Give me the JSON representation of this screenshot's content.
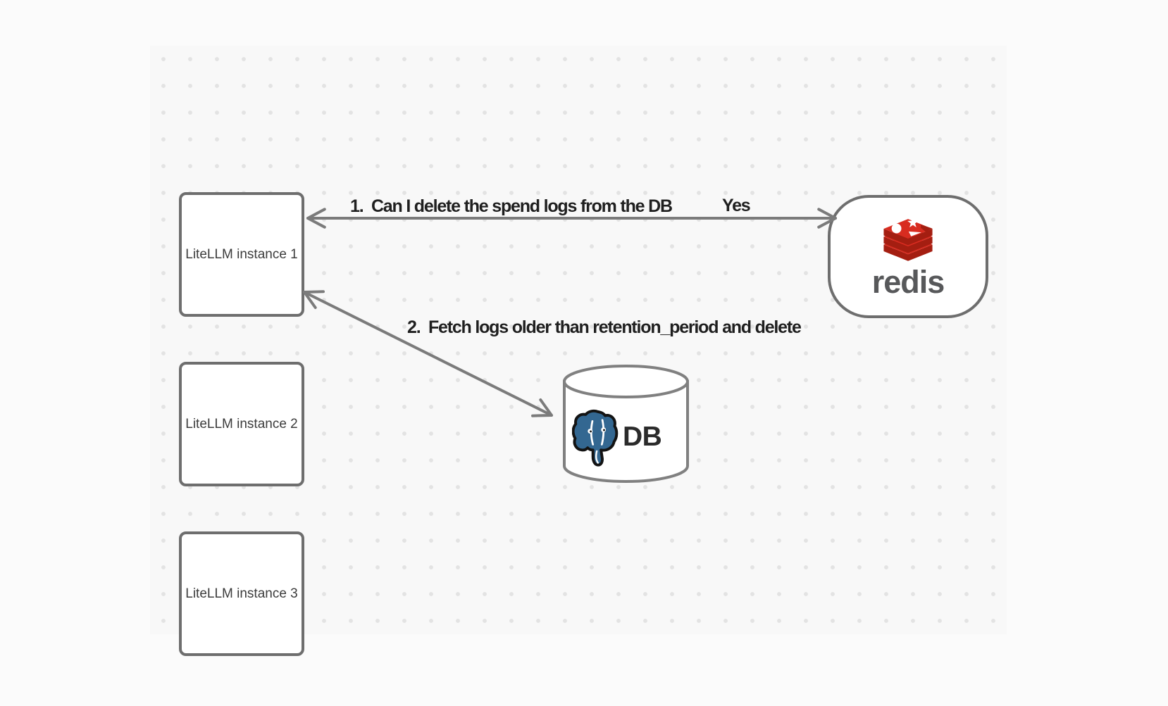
{
  "diagram": {
    "nodes": {
      "litellm_instances": [
        {
          "label": "LiteLLM instance 1"
        },
        {
          "label": "LiteLLM instance 2"
        },
        {
          "label": "LiteLLM instance 3"
        }
      ],
      "redis": {
        "label": "redis",
        "icon": "redis-logo-icon"
      },
      "database": {
        "label": "DB",
        "icon": "postgresql-elephant-icon",
        "shape": "cylinder"
      }
    },
    "edges": [
      {
        "label": "1.  Can I delete the spend logs from the DB",
        "response": "Yes",
        "between": [
          "LiteLLM instance 1",
          "redis"
        ],
        "style": "double-headed-arrow"
      },
      {
        "label": "2.  Fetch logs older than retention_period and delete",
        "between": [
          "LiteLLM instance 1",
          "DB"
        ],
        "style": "double-headed-arrow"
      }
    ],
    "colors": {
      "page_background": "#fbfbfb",
      "canvas_background": "#f8f8f8",
      "canvas_dot": "#e3e3e3",
      "node_border": "#6e6e6e",
      "node_fill": "#ffffff",
      "arrow": "#7b7b7b",
      "edge_label_text": "#1f1f1f",
      "box_label_text": "#3c3c3c",
      "redis_red": "#d82c20",
      "redis_dark_red": "#a41e11",
      "redis_text": "#57585a",
      "postgres_blue": "#336791",
      "db_text": "#2b2b2b"
    }
  }
}
